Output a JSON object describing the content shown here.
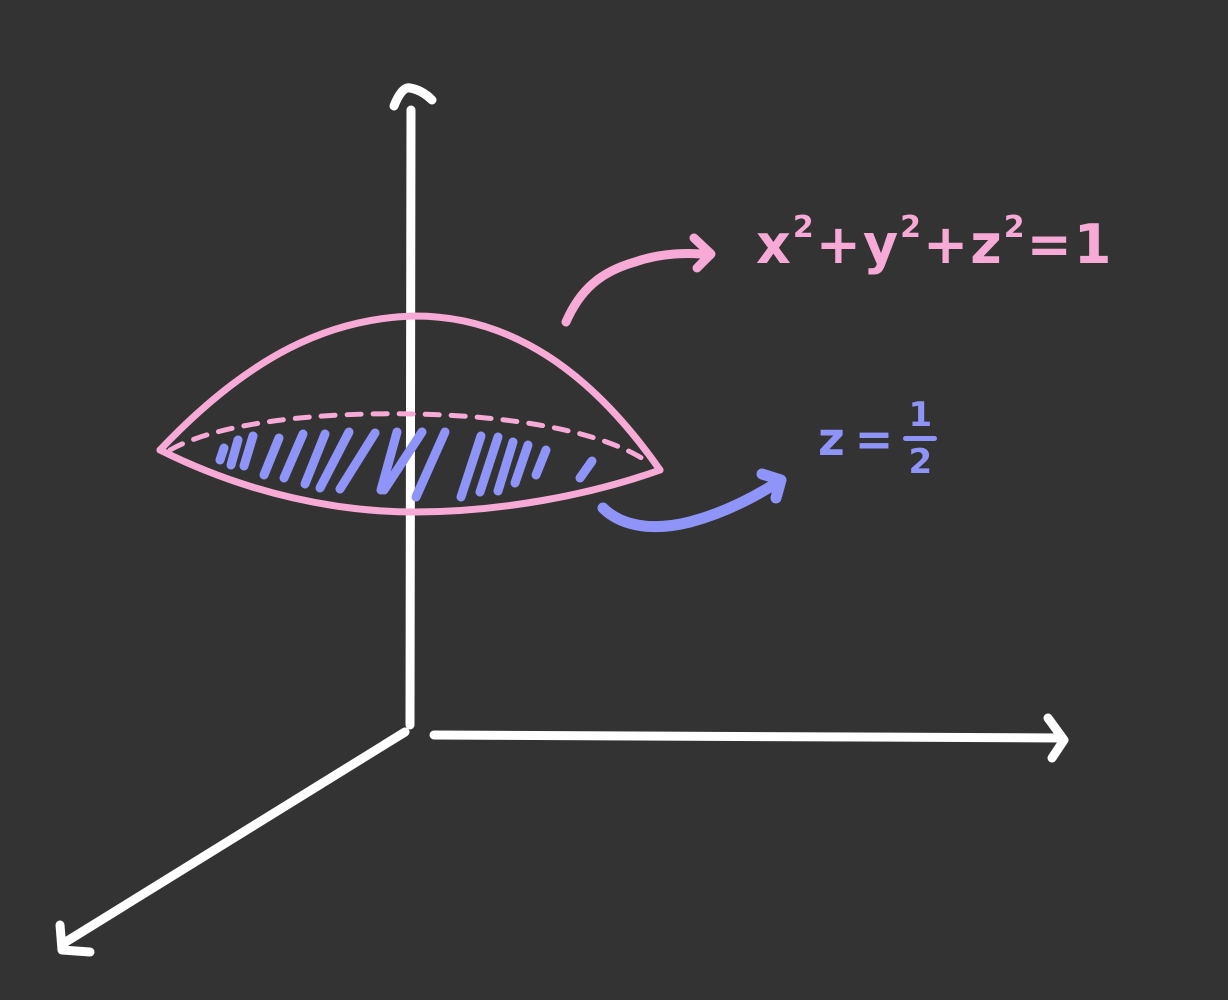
{
  "colors": {
    "background": "#333333",
    "axes": "#ffffff",
    "sphere": "#f7aad6",
    "plane": "#8f95f8"
  },
  "labels": {
    "sphere_equation": {
      "x": "x",
      "y": "y",
      "z": "z",
      "exp": "2",
      "plus": "+",
      "equals": "=",
      "rhs": "1"
    },
    "plane_equation": {
      "lhs": "z",
      "equals": "=",
      "numerator": "1",
      "denominator": "2"
    }
  }
}
